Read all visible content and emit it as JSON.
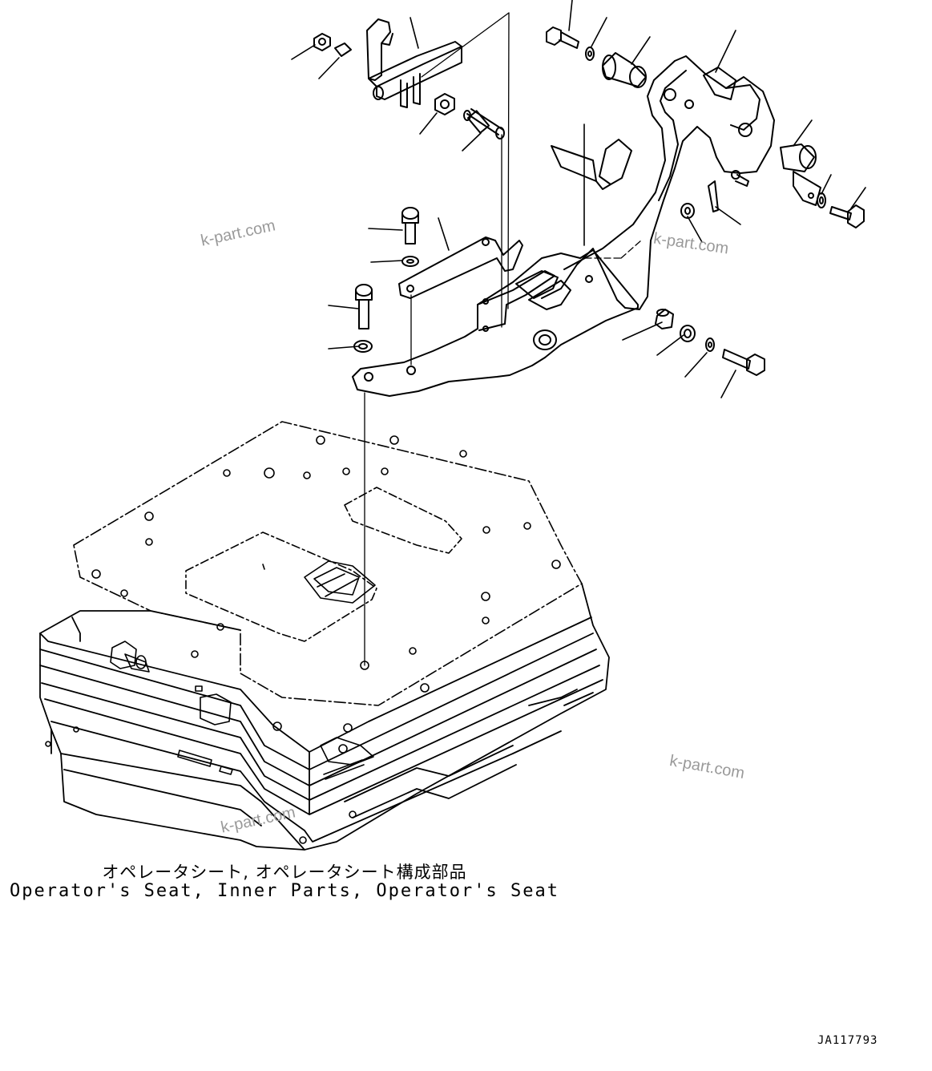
{
  "caption": {
    "japanese": "オペレータシート, オペレータシート構成部品",
    "english": "Operator's Seat, Inner Parts, Operator's Seat"
  },
  "watermark": {
    "text": "k-part.com"
  },
  "drawing_id": "JA117793",
  "colors": {
    "line": "#000000",
    "background": "#ffffff",
    "watermark": "#9a9a9a"
  }
}
